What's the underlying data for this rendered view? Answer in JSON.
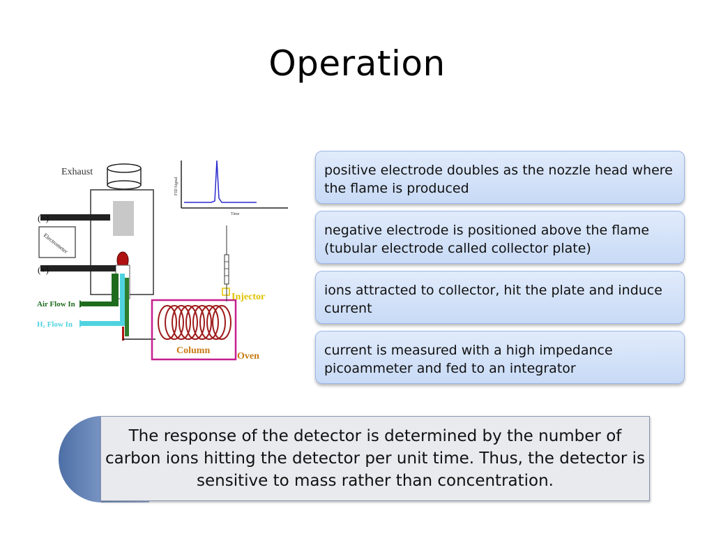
{
  "title": "Operation",
  "diagram": {
    "labels": {
      "exhaust": "Exhaust",
      "minus": "(−)",
      "plus": "(+)",
      "electrometer": "Electrometer",
      "air_flow": "Air Flow In",
      "h2_flow": "H₂ Flow In",
      "column": "Column",
      "oven": "Oven",
      "injector": "Injector",
      "fid_signal": "FID Signal",
      "time": "Time"
    },
    "colors": {
      "air_line": "#1e6b1e",
      "h2_line": "#4fd3e0",
      "oven_border": "#c4208f",
      "coil": "#9e1b1b",
      "label_orange": "#c77a12",
      "injector_yellow": "#e0c200",
      "signal_line": "#2a2acc"
    }
  },
  "bullets": [
    "positive electrode doubles as the nozzle head where the flame is produced",
    "negative electrode is positioned above the flame (tubular electrode called collector plate)",
    "ions attracted to collector, hit the plate and induce current",
    "current is measured with a high impedance picoammeter and fed to an integrator"
  ],
  "callout": "The response of the detector is determined by the number of carbon ions hitting the detector per unit time. Thus, the detector is sensitive to mass rather than concentration."
}
